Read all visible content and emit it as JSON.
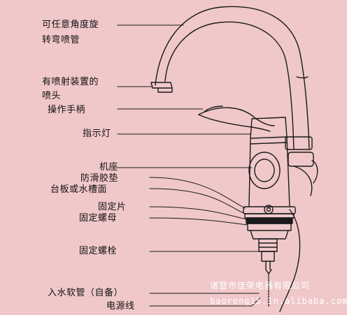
{
  "labels": [
    "可任意角度旋",
    "转弯喷管",
    "有喷射装置的",
    "喷头",
    "操作手柄",
    "指示灯",
    "机座",
    "防滑胶垫",
    "台板或水槽面",
    "固定片",
    "固定螺母",
    "固定螺栓",
    "入水软管（自备）",
    "电源线"
  ],
  "watermark": {
    "line1": "诸暨市佳荣电器有限公司",
    "line2": "baorong15.1n.alibaba.com"
  },
  "colors": {
    "background": "#f0c8ca",
    "line": "#1a1a1a",
    "text": "#111111",
    "watermark": "#ffffff"
  }
}
